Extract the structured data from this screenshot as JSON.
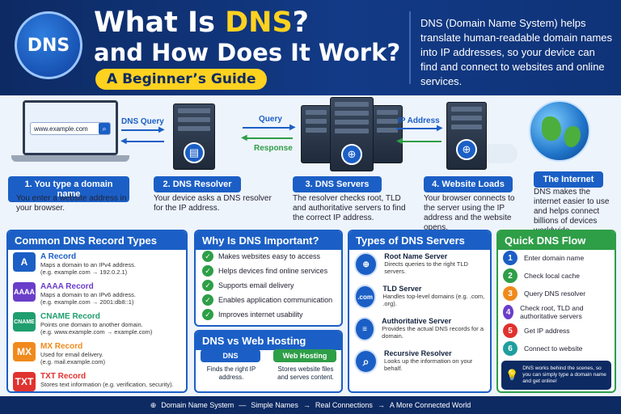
{
  "header": {
    "logo_text": "DNS",
    "title_prefix": "What Is ",
    "title_highlight": "DNS",
    "title_suffix": "?",
    "title_line2": "and How Does It Work?",
    "subtitle": "A Beginner’s Guide",
    "intro": "DNS (Domain Name System) helps translate human-readable domain names into IP addresses, so your device can find and connect to websites and online services."
  },
  "steps": {
    "url_text": "www.example.com",
    "arrows": {
      "query1": "DNS Query",
      "query2": "Query",
      "response": "Response",
      "ip": "IP Address"
    },
    "items": [
      {
        "label": "1. You type a domain name",
        "desc": "You enter a website address in your browser."
      },
      {
        "label": "2. DNS Resolver",
        "desc": "Your device asks a DNS resolver for the IP address."
      },
      {
        "label": "3. DNS Servers",
        "desc": "The resolver checks root, TLD and authoritative servers to find the correct IP address."
      },
      {
        "label": "4. Website Loads",
        "desc": "Your browser connects to the server using the IP address and the website opens."
      },
      {
        "label": "The Internet",
        "desc": "DNS makes the internet easier to use and helps connect billions of devices worldwide."
      }
    ]
  },
  "records": {
    "title": "Common DNS Record Types",
    "items": [
      {
        "icon": "A",
        "color": "#1b5fc6",
        "name": "A Record",
        "desc": "Maps a domain to an IPv4 address.",
        "example": "(e.g. example.com → 192.0.2.1)"
      },
      {
        "icon": "AAAA",
        "color": "#6a3ec9",
        "name": "AAAA Record",
        "desc": "Maps a domain to an IPv6 address.",
        "example": "(e.g. example.com → 2001:db8::1)"
      },
      {
        "icon": "CNAME",
        "color": "#1f9e6e",
        "name": "CNAME Record",
        "desc": "Points one domain to another domain.",
        "example": "(e.g. www.example.com → example.com)"
      },
      {
        "icon": "MX",
        "color": "#f08a1c",
        "name": "MX Record",
        "desc": "Used for email delivery.",
        "example": "(e.g. mail.example.com)"
      },
      {
        "icon": "TXT",
        "color": "#e0322f",
        "name": "TXT Record",
        "desc": "Stores text information (e.g. verification, security).",
        "example": ""
      }
    ]
  },
  "why": {
    "title": "Why Is DNS Important?",
    "items": [
      "Makes websites easy to access",
      "Helps devices find online services",
      "Supports email delivery",
      "Enables application communication",
      "Improves internet usability"
    ]
  },
  "hosting": {
    "title": "DNS vs Web Hosting",
    "dns_label": "DNS",
    "dns_desc": "Finds the right IP address.",
    "host_label": "Web Hosting",
    "host_desc": "Stores website files and serves content."
  },
  "types": {
    "title": "Types of DNS Servers",
    "items": [
      {
        "icon": "⊕",
        "name": "Root Name Server",
        "desc": "Directs queries to the right TLD servers."
      },
      {
        "icon": ".com",
        "name": "TLD Server",
        "desc": "Handles top-level domains (e.g. .com, .org)."
      },
      {
        "icon": "≡",
        "name": "Authoritative Server",
        "desc": "Provides the actual DNS records for a domain."
      },
      {
        "icon": "⌕",
        "name": "Recursive Resolver",
        "desc": "Looks up the information on your behalf."
      }
    ]
  },
  "flow": {
    "title": "Quick DNS Flow",
    "items": [
      {
        "n": "1",
        "color": "#1b5fc6",
        "text": "Enter domain name"
      },
      {
        "n": "2",
        "color": "#2e9e47",
        "text": "Check local cache"
      },
      {
        "n": "3",
        "color": "#f08a1c",
        "text": "Query DNS resolver"
      },
      {
        "n": "4",
        "color": "#6a3ec9",
        "text": "Check root, TLD and authoritative servers"
      },
      {
        "n": "5",
        "color": "#e0322f",
        "text": "Get IP address"
      },
      {
        "n": "6",
        "color": "#1f9e9e",
        "text": "Connect to website"
      }
    ],
    "tip": "DNS works behind the scenes, so you can simply type a domain name and get online!"
  },
  "footer": {
    "parts": [
      "Domain Name System",
      "Simple Names",
      "Real Connections",
      "A More Connected World"
    ],
    "sep1": "—",
    "sep2": "→",
    "sep3": "→"
  }
}
